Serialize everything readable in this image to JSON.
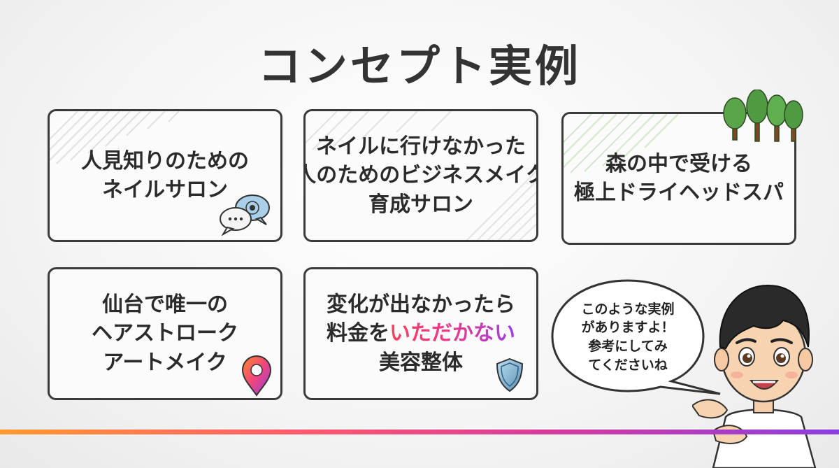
{
  "title": "コンセプト実例",
  "cards": [
    {
      "lines": [
        "人見知りのための",
        "ネイルサロン"
      ],
      "icon": "chat-bubbles-icon"
    },
    {
      "lines": [
        "ネイルに行けなかった",
        "人のためのビジネスメイク",
        "育成サロン"
      ],
      "icon": ""
    },
    {
      "lines": [
        "森の中で受ける",
        "極上ドライヘッドスパ"
      ],
      "icon": "forest-icon"
    },
    {
      "lines": [
        "仙台で唯一の",
        "ヘアストローク",
        "アートメイク"
      ],
      "icon": "location-pin-icon"
    },
    {
      "line1": "変化が出なかったら",
      "line2_prefix": "料金を",
      "line2_highlight": "いただかない",
      "line3": "美容整体",
      "icon": "shield-icon"
    }
  ],
  "speech_bubble": {
    "lines": [
      "このような実例",
      "がありますよ！",
      "参考にしてみ",
      "てくださいね"
    ]
  },
  "colors": {
    "highlight_gradient": [
      "#ff3d5a",
      "#e83c8f",
      "#9b3fe0"
    ],
    "bottom_bar_gradient": [
      "#ff9a2e",
      "#ff5a6b",
      "#d93b9c",
      "#8a3fe0"
    ],
    "card_border": "#3a3a3a"
  }
}
